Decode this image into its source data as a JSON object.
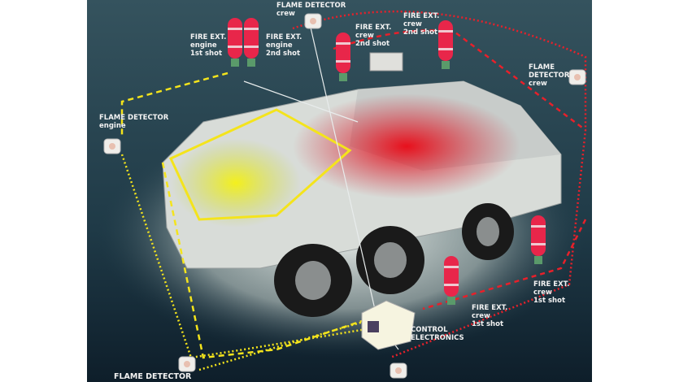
{
  "labels": {
    "flame_detector_crew_top": [
      "FLAME DETECTOR",
      "crew"
    ],
    "fire_ext_engine_1st": [
      "FIRE EXT.",
      "engine",
      "1st shot"
    ],
    "fire_ext_engine_2nd": [
      "FIRE EXT.",
      "engine",
      "2nd shot"
    ],
    "fire_ext_crew_2nd_a": [
      "FIRE EXT.",
      "crew",
      "2nd shot"
    ],
    "fire_ext_crew_2nd_b": [
      "FIRE EXT.",
      "crew",
      "2nd shot"
    ],
    "flame_detector_crew_right": [
      "FLAME",
      "DETECTOR",
      "crew"
    ],
    "flame_detector_engine": [
      "FLAME DETECTOR",
      "engine"
    ],
    "fire_ext_crew_1st_a": [
      "FIRE EXT.",
      "crew",
      "1st shot"
    ],
    "fire_ext_crew_1st_b": [
      "FIRE EXT.",
      "crew",
      "1st shot"
    ],
    "control_electronics": [
      "CONTROL",
      "ELECTRONICS"
    ],
    "flame_detector_bottom": [
      "FLAME DETECTOR"
    ]
  },
  "colors": {
    "engine_zone": "#f4e41c",
    "crew_zone": "#e8202a",
    "extinguisher": "#e8264a",
    "background": "#1d3642"
  }
}
